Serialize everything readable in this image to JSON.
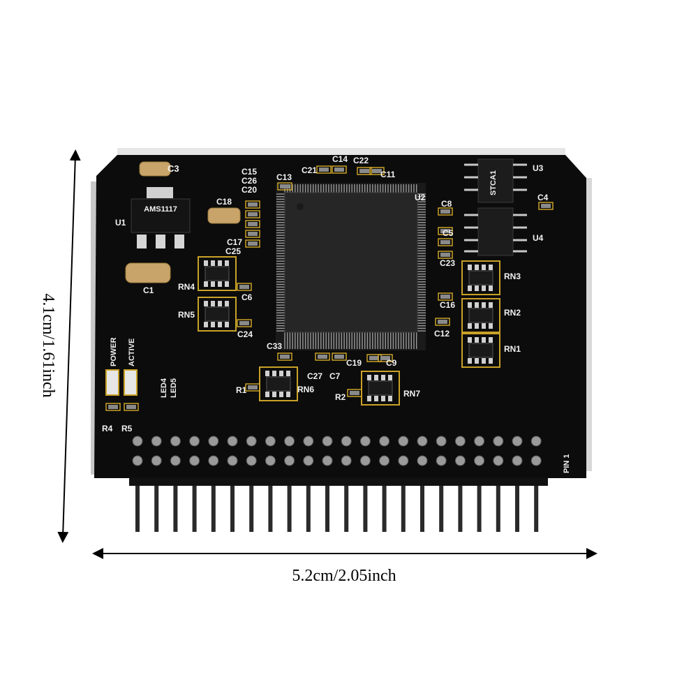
{
  "dimensions": {
    "width_label": "5.2cm/2.05inch",
    "height_label": "4.1cm/1.61inch"
  },
  "board": {
    "pcb_color": "#0c0c0c",
    "trace_color": "#c9a227",
    "silk_color": "#f2f2f2",
    "pin_label": "PIN 1",
    "led_labels": [
      "POWER",
      "ACTIVE",
      "LED4",
      "LED5"
    ],
    "component_labels": {
      "c3": "C3",
      "c15": "C15",
      "c26": "C26",
      "c20": "C20",
      "c13": "C13",
      "c21": "C21",
      "c14": "C14",
      "c22": "C22",
      "c11": "C11",
      "u2": "U2",
      "u3": "U3",
      "u4": "U4",
      "c4": "C4",
      "c8": "C8",
      "c5": "C5",
      "c23": "C23",
      "u1": "U1",
      "c18": "C18",
      "c17": "C17",
      "c25": "C25",
      "c1": "C1",
      "rn4": "RN4",
      "c6": "C6",
      "rn5": "RN5",
      "c24": "C24",
      "rn3": "RN3",
      "c16": "C16",
      "rn2": "RN2",
      "c12": "C12",
      "rn1": "RN1",
      "c33": "C33",
      "c19": "C19",
      "c9": "C9",
      "c27": "C27",
      "c7": "C7",
      "rn6": "RN6",
      "r1": "R1",
      "rn7": "RN7",
      "r2": "R2",
      "r4": "R4",
      "r5": "R5"
    },
    "chip_markings": {
      "regulator": "AMS1117",
      "ic_u3": "STCA1"
    },
    "pin_count_per_row": 22
  }
}
